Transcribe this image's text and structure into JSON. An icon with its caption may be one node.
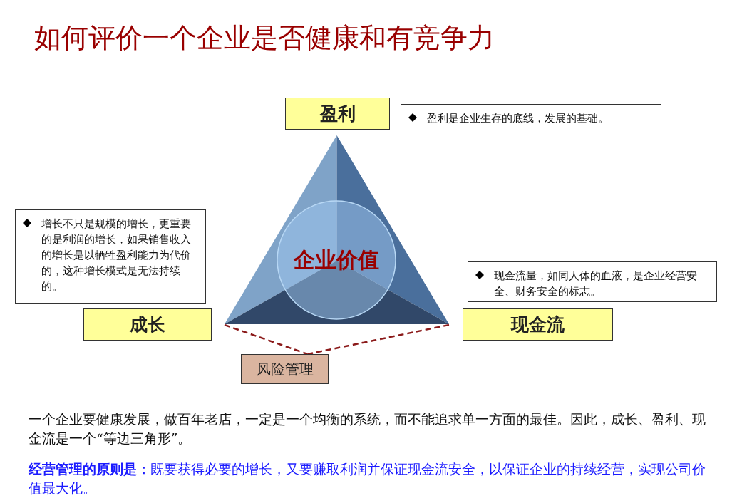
{
  "diagram": {
    "title": "如何评价一个企业是否健康和有竞争力",
    "nodes": [
      {
        "text": [
          "盈利"
        ]
      },
      {
        "text": [
          "盈利是企业生存的底线，发展的基础。"
        ]
      },
      {
        "text": [
          "增长不只是规模的增长，更重要的是利润的增长，如果销售收入的增长是以牺牲盈利能力为代价的，这种增长模式是无法持续的。"
        ]
      },
      {
        "text": [
          "成长"
        ]
      },
      {
        "text": [
          "现金流量，如同人体的血液，是企业经营安全、财务安全的标志。"
        ]
      },
      {
        "text": [
          "现金流"
        ]
      },
      {
        "text": [],
        "shape": "triangle"
      },
      {
        "text": [
          "企业价值"
        ]
      },
      {
        "text": [
          "风险管理"
        ]
      }
    ],
    "edges": [
      {
        "from": 6,
        "to": 8,
        "arrow": "none",
        "style": "dashed",
        "color": "#8b1a1a"
      },
      {
        "from": 6,
        "to": 8,
        "arrow": "none",
        "style": "dashed",
        "color": "#8b1a1a"
      }
    ],
    "labels": [
      "一个企业要健康发展，做百年老店，一定是一个均衡的系统，而不能追求单一方面的最佳。因此，成长、盈利、现金流是一个“等边三角形”。",
      "**经营管理的原则是：**既要获得必要的增长，又要赚取利润并保证现金流安全，以保证企业的持续经营，实现公司价值最大化。"
    ]
  }
}
